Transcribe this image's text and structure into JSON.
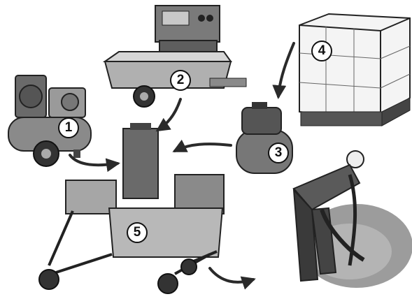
{
  "labels": {
    "compressor": "1",
    "mixer_pump": "2",
    "water_pump": "3",
    "water_tank": "4",
    "finishing_machine": "5"
  },
  "colors": {
    "ink": "#111111",
    "mid_gray": "#777777",
    "light_gray": "#c8c8c8",
    "arrow": "#2a2a2a",
    "screed": "#9c9c9c"
  },
  "icons": {
    "compressor": "air-compressor-icon",
    "mixer_pump": "mortar-mixer-pump-icon",
    "water_pump": "water-pump-icon",
    "water_tank": "ibc-water-tank-icon",
    "finishing_machine": "screed-machine-icon",
    "worker": "worker-spraying-screed-icon"
  }
}
